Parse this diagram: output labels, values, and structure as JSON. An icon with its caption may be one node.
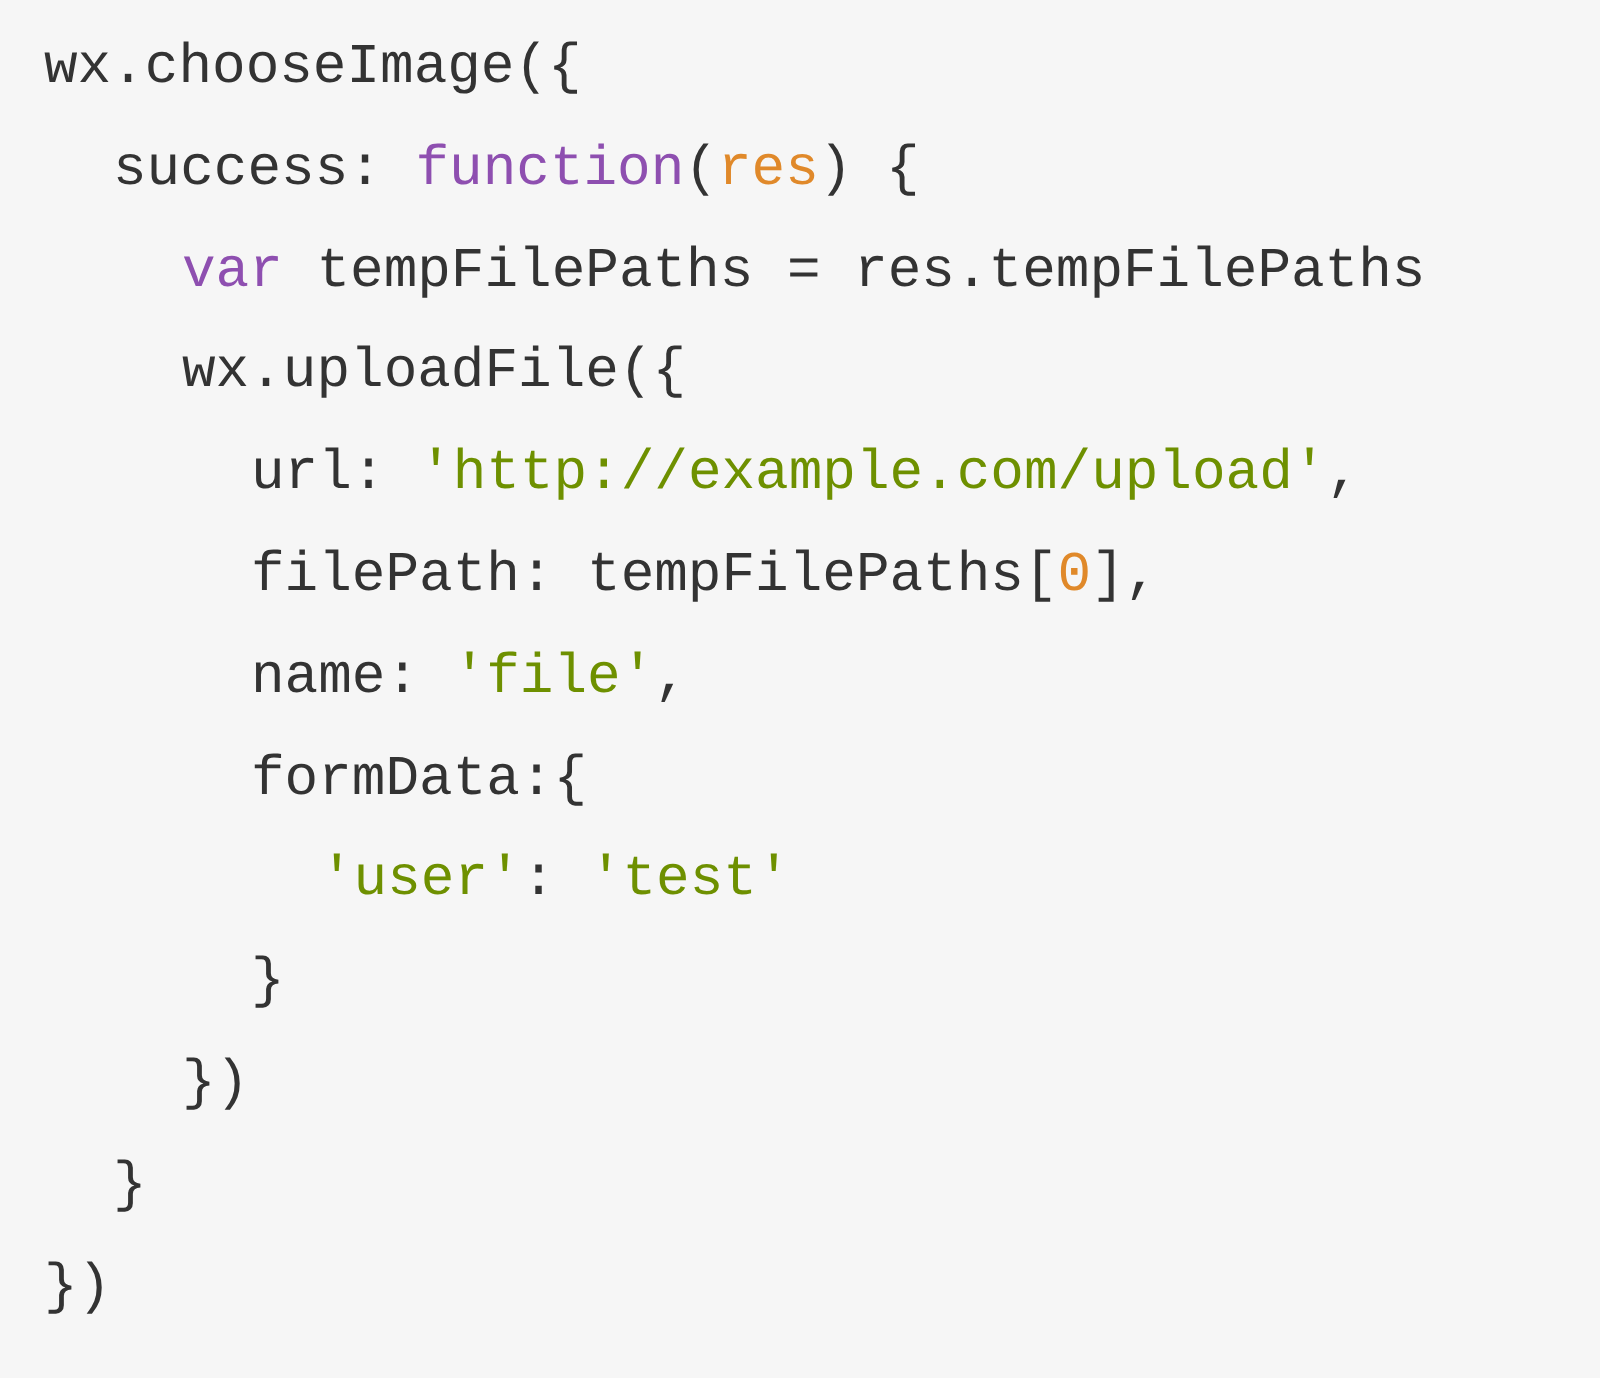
{
  "diagram": {
    "labels": [
      "wx.chooseImage({",
      "success: function(res) {",
      "var tempFilePaths = res.tempFilePaths",
      "wx.uploadFile({",
      "url: 'http://example.com/upload',",
      "filePath: tempFilePaths[0],",
      "name: 'file',",
      "formData:{",
      "'user': 'test'",
      "}",
      "})",
      "}",
      "})"
    ]
  }
}
